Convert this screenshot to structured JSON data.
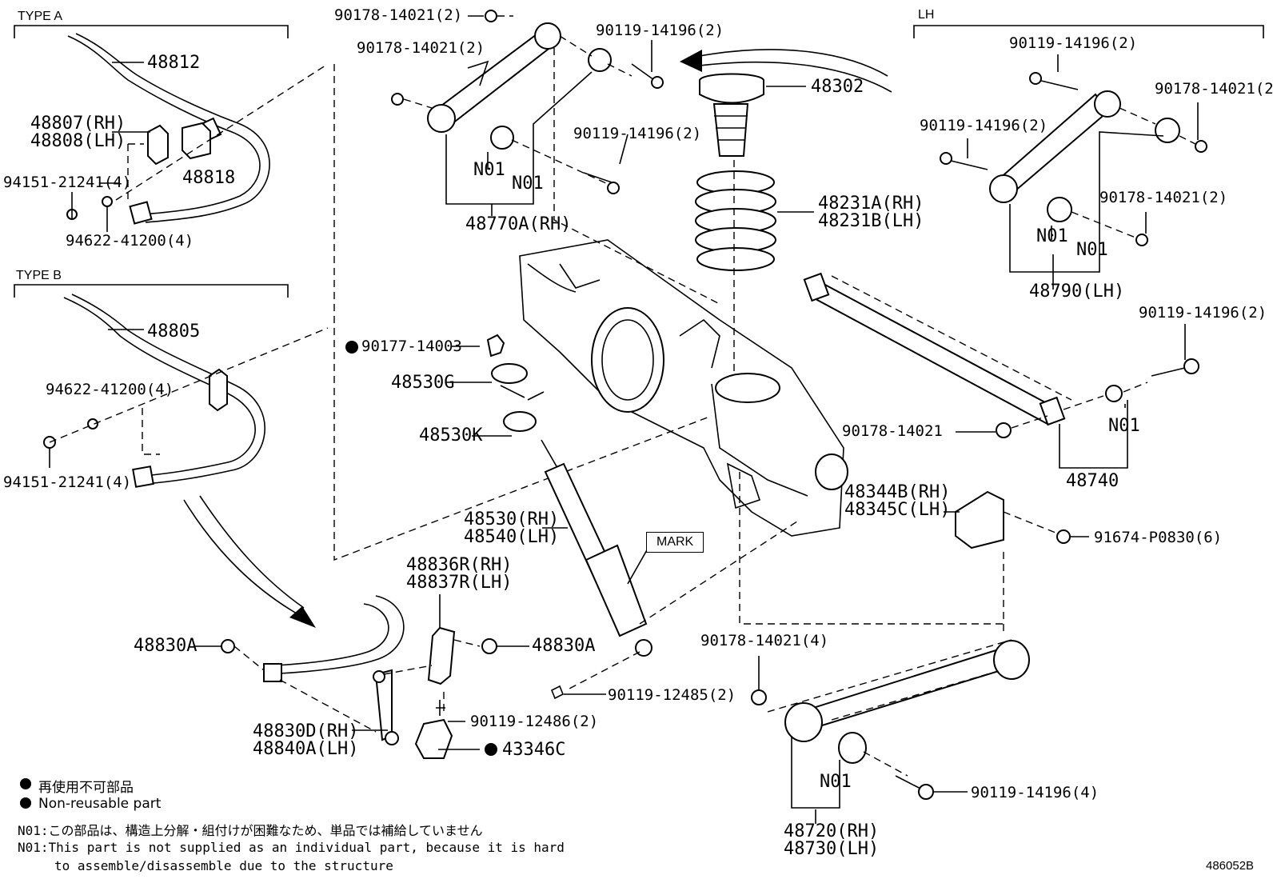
{
  "sections": {
    "type_a": "TYPE A",
    "type_b": "TYPE B",
    "lh": "LH"
  },
  "labels": {
    "p48812": "48812",
    "p48807": "48807(RH)",
    "p48808": "48808(LH)",
    "p48818": "48818",
    "p94151_a": "94151-21241(4)",
    "p94622_a": "94622-41200(4)",
    "p48805": "48805",
    "p94622_b": "94622-41200(4)",
    "p94151_b": "94151-21241(4)",
    "p90178_top1": "90178-14021(2)",
    "p90178_top2": "90178-14021(2)",
    "p90119_top": "90119-14196(2)",
    "p90119_mid": "90119-14196(2)",
    "n01_a": "N01",
    "n01_b": "N01",
    "p48770A": "48770A(RH)",
    "p48302": "48302",
    "p48231A": "48231A(RH)",
    "p48231B": "48231B(LH)",
    "p90177": "90177-14003",
    "p48530G": "48530G",
    "p48530K": "48530K",
    "p48530": "48530(RH)",
    "p48540": "48540(LH)",
    "mark": "MARK",
    "p48836R": "48836R(RH)",
    "p48837R": "48837R(LH)",
    "p48830A_l": "48830A",
    "p48830A_r": "48830A",
    "p90119_12485": "90119-12485(2)",
    "p90119_12486": "90119-12486(2)",
    "p48830D": "48830D(RH)",
    "p48840A": "48840A(LH)",
    "p43346C": "43346C",
    "lh_90119_1": "90119-14196(2)",
    "lh_90178_1": "90178-14021(2)",
    "lh_90119_2": "90119-14196(2)",
    "lh_90178_2": "90178-14021(2)",
    "lh_n01_a": "N01",
    "lh_n01_b": "N01",
    "p48790": "48790(LH)",
    "p90119_r": "90119-14196(2)",
    "p90178_r": "90178-14021",
    "n01_r": "N01",
    "p48740": "48740",
    "p48344B": "48344B(RH)",
    "p48345C": "48345C(LH)",
    "p91674": "91674-P0830(6)",
    "p90178_4": "90178-14021(4)",
    "n01_low": "N01",
    "p90119_14196_4": "90119-14196(4)",
    "p48720": "48720(RH)",
    "p48730": "48730(LH)"
  },
  "legend": {
    "jp_nonreusable": "再使用不可部品",
    "en_nonreusable": "Non-reusable part",
    "n01_jp": "N01:この部品は、構造上分解・組付けが困難なため、単品では補給していません",
    "n01_en_1": "N01:This part is not supplied as an individual part, because it is hard",
    "n01_en_2": "to assemble/disassemble due to the structure"
  },
  "ref_code": "486052B",
  "icons": [
    "non-reusable-bullet-icon"
  ]
}
